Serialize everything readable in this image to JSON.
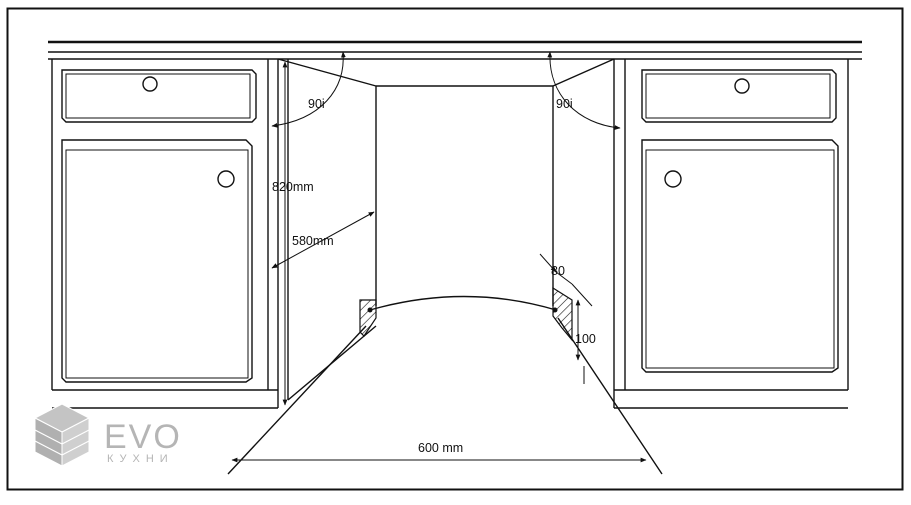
{
  "diagram": {
    "angle_left": "90i",
    "angle_right": "90i",
    "height_label": "820mm",
    "depth_label": "580mm",
    "width_label": "600 mm",
    "plinth_offset_label": "80",
    "plinth_height_label": "100"
  },
  "logo": {
    "brand": "EVO",
    "subtitle": "КУХНИ",
    "color": "#b5b5b5"
  },
  "colors": {
    "line": "#111111",
    "background": "#ffffff"
  }
}
